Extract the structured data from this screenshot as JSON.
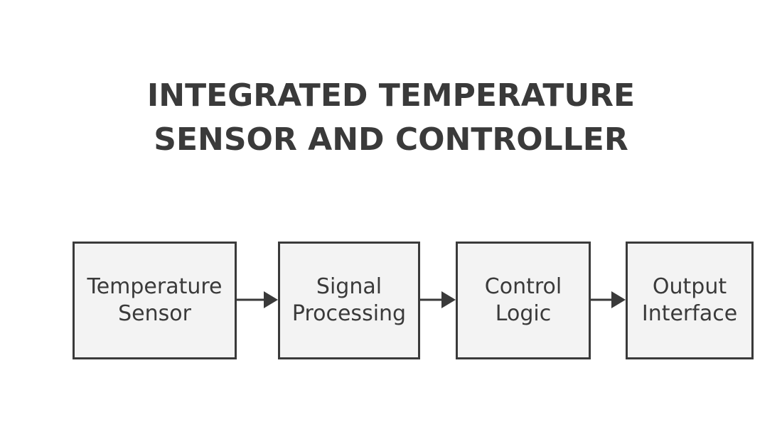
{
  "title": {
    "line1": "INTEGRATED TEMPERATURE",
    "line2": "SENSOR AND CONTROLLER"
  },
  "blocks": [
    {
      "line1": "Temperature",
      "line2": "Sensor"
    },
    {
      "line1": "Signal",
      "line2": "Processing"
    },
    {
      "line1": "Control",
      "line2": "Logic"
    },
    {
      "line1": "Output",
      "line2": "Interface"
    }
  ],
  "colors": {
    "stroke": "#3a3a3a",
    "block_fill": "#f3f3f3",
    "background": "#ffffff"
  }
}
